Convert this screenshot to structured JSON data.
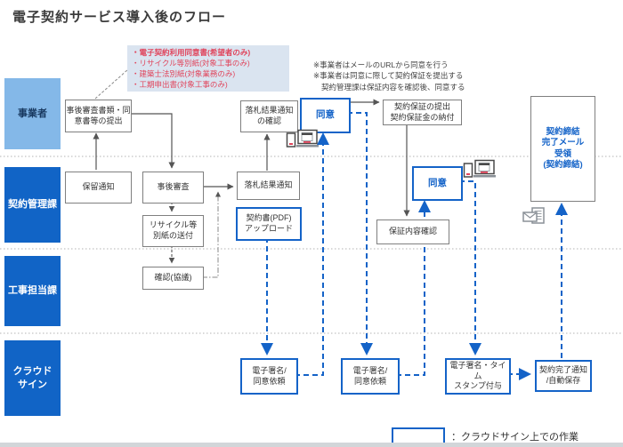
{
  "title": "電子契約サービス導入後のフロー",
  "lanes": {
    "operator": "事業者",
    "contract": "契約管理課",
    "construction": "工事担当課",
    "cloudsign": "クラウド\nサイン"
  },
  "annotation": {
    "items": [
      "・電子契約利用同意書(希望者のみ)",
      "・リサイクル等別紙(対象工事のみ)",
      "・建築士法別紙(対象業務のみ)",
      "・工期申出書(対象工事のみ)"
    ]
  },
  "notes": {
    "lines": [
      "※事業者はメールのURLから同意を行う",
      "※事業者は同意に際して契約保証を提出する",
      "契約管理課は保証内容を確認後、同意する"
    ]
  },
  "boxes": {
    "shinsa_shorui": "事後審査書類・同\n意書等の提出",
    "rakusatsu_kakunin": "落札結果通知\nの確認",
    "doui1": "同意",
    "keiyaku_hosho": "契約保証の提出\n契約保証金の納付",
    "keiyaku_mail": "契約締結\n完了メール\n受領\n(契約締結)",
    "horyu": "保留通知",
    "jigo_shinsa": "事後審査",
    "rakusatsu_tsuchi": "落札結果通知",
    "keiyakusho_upload": "契約書(PDF)\nアップロード",
    "recycle": "リサイクル等\n別紙の送付",
    "doui2": "同意",
    "hosho_kakunin": "保証内容確認",
    "kakunin_kyogi": "確認(協議)",
    "denshi_shomei1": "電子署名/\n同意依頼",
    "denshi_shomei2": "電子署名/\n同意依頼",
    "timestamp": "電子署名・タイム\nスタンプ付与",
    "kanryo_tsuchi": "契約完了通知\n/自動保存"
  },
  "legend": {
    "label": "：クラウドサイン上での作業"
  },
  "icons": {
    "devices1": "smartphone-laptop-icon",
    "devices2": "smartphone-laptop-icon",
    "mail": "envelope-document-icon"
  },
  "colors": {
    "accent_blue": "#1463c8",
    "lane_light_blue": "#84b8e8",
    "lane_dark_blue": "#1164c6",
    "red_text": "#e0455c",
    "annotation_bg": "#dae4f0",
    "box_border_gray": "#7f7f7f",
    "connector_black": "#555555"
  }
}
